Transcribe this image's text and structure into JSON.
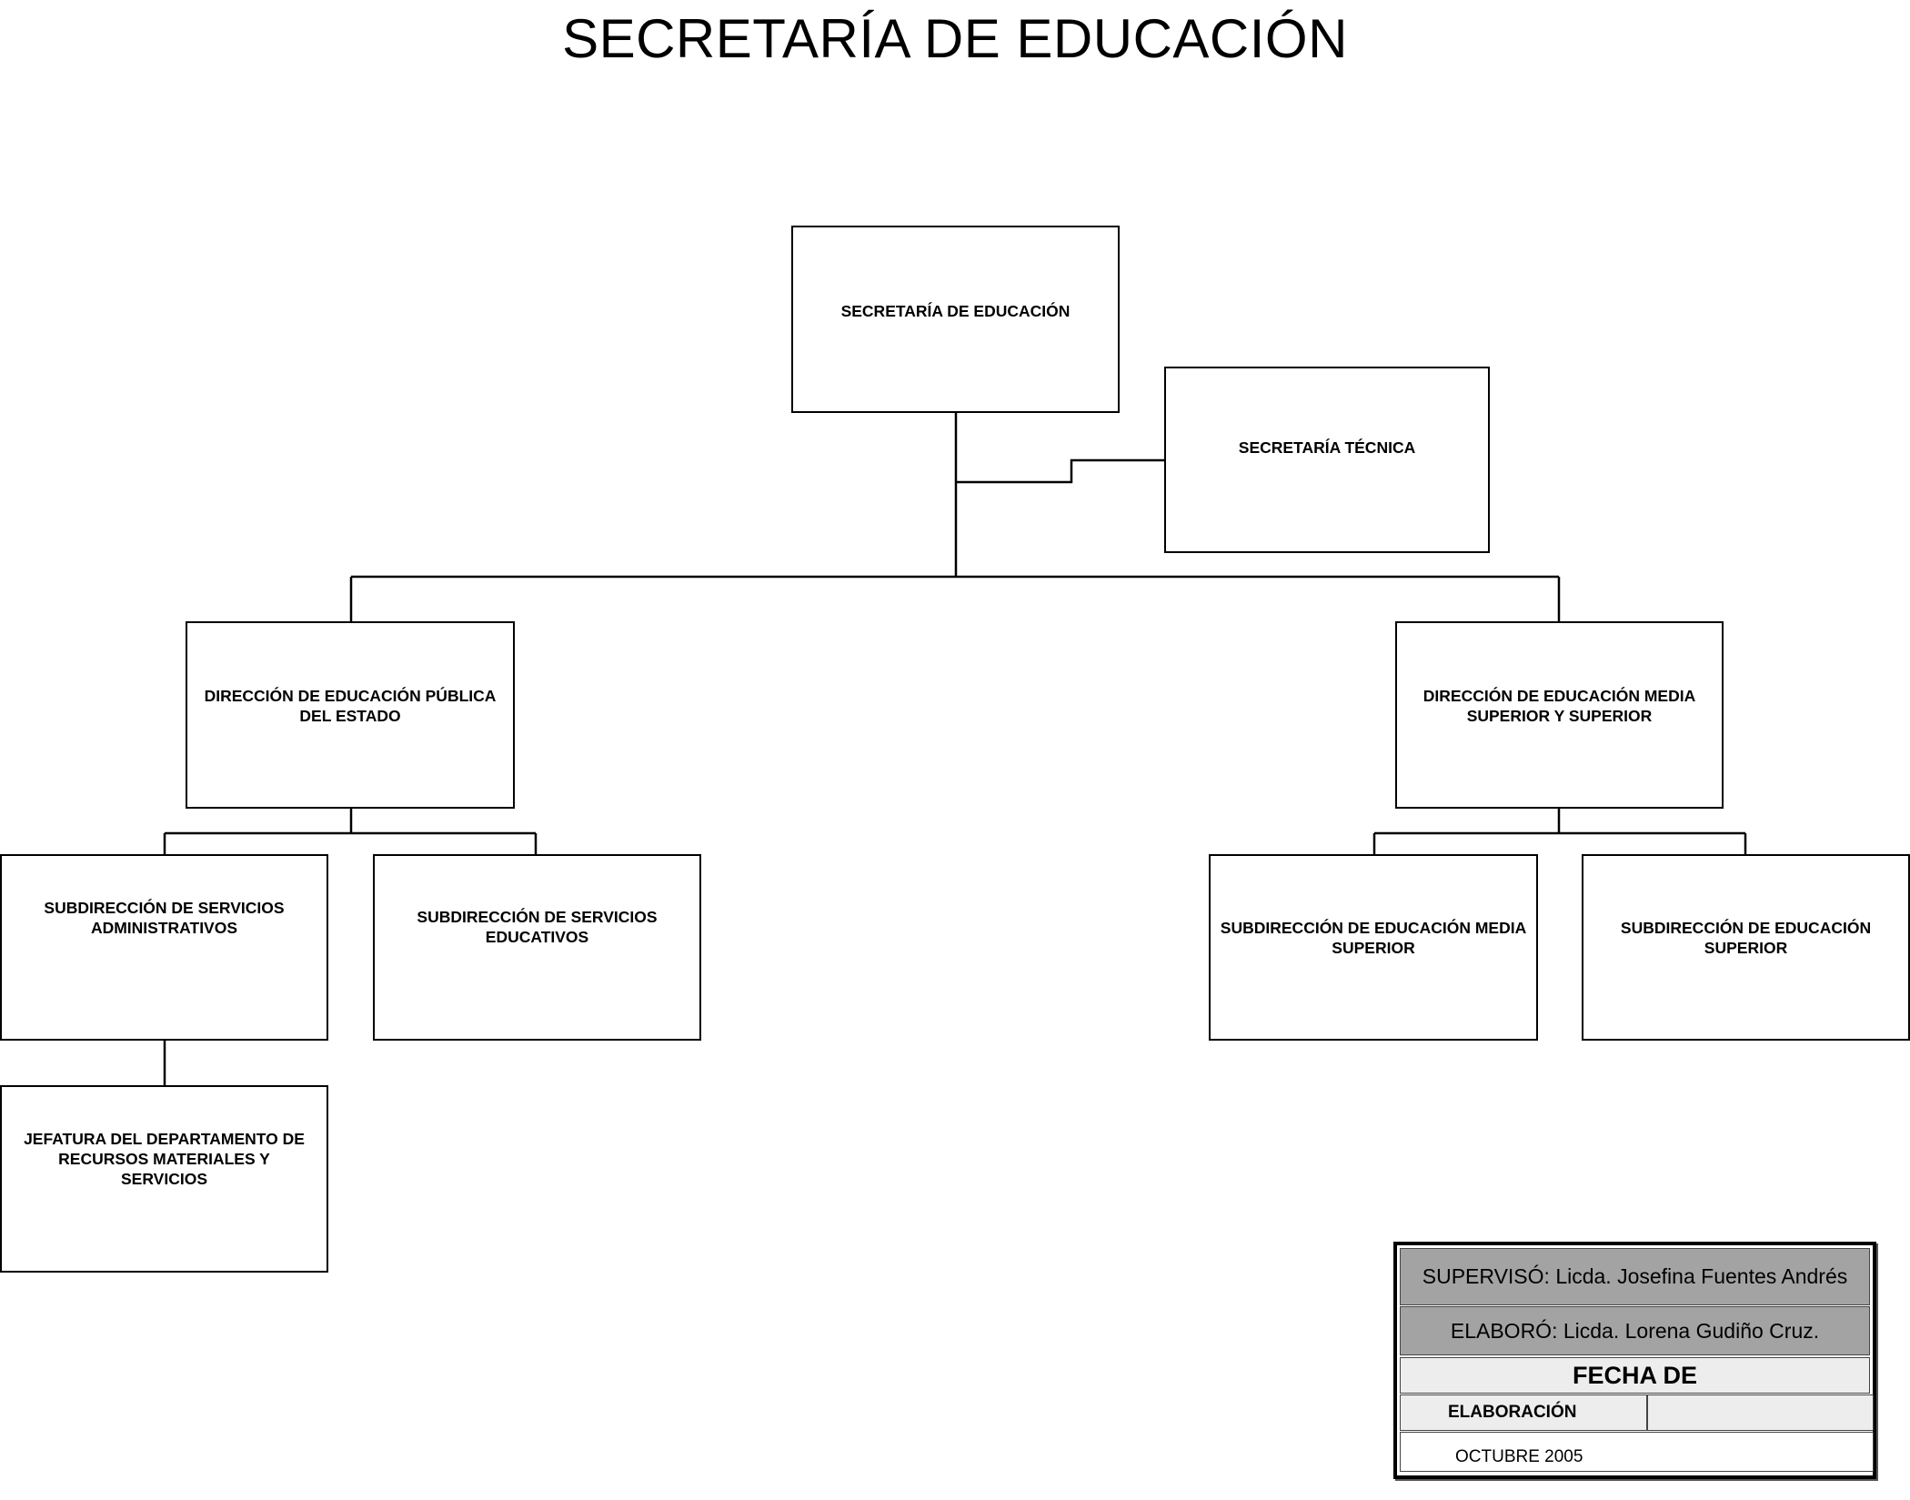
{
  "title": "SECRETARÍA DE EDUCACIÓN",
  "nodes": {
    "secretaria": "SECRETARÍA DE EDUCACIÓN",
    "secretaria_tecnica": "SECRETARÍA TÉCNICA",
    "direccion_publica": "DIRECCIÓN DE EDUCACIÓN PÚBLICA\nDEL ESTADO",
    "direccion_media": "DIRECCIÓN DE EDUCACIÓN MEDIA\nSUPERIOR Y SUPERIOR",
    "sub_administrativos": "SUBDIRECCIÓN DE SERVICIOS\nADMINISTRATIVOS",
    "sub_educativos": "SUBDIRECCIÓN DE SERVICIOS\nEDUCATIVOS",
    "sub_media_superior": "SUBDIRECCIÓN DE EDUCACIÓN MEDIA\nSUPERIOR",
    "sub_superior": "SUBDIRECCIÓN DE EDUCACIÓN\nSUPERIOR",
    "jefatura": "JEFATURA DEL DEPARTAMENTO DE\nRECURSOS MATERIALES Y\nSERVICIOS"
  },
  "info": {
    "superviso": "SUPERVISÓ: Licda. Josefina Fuentes Andrés",
    "elaboro": "ELABORÓ: Licda. Lorena Gudiño Cruz.",
    "fecha_title": "FECHA DE",
    "elaboracion_label": "ELABORACIÓN",
    "fecha_value": "OCTUBRE 2005"
  }
}
